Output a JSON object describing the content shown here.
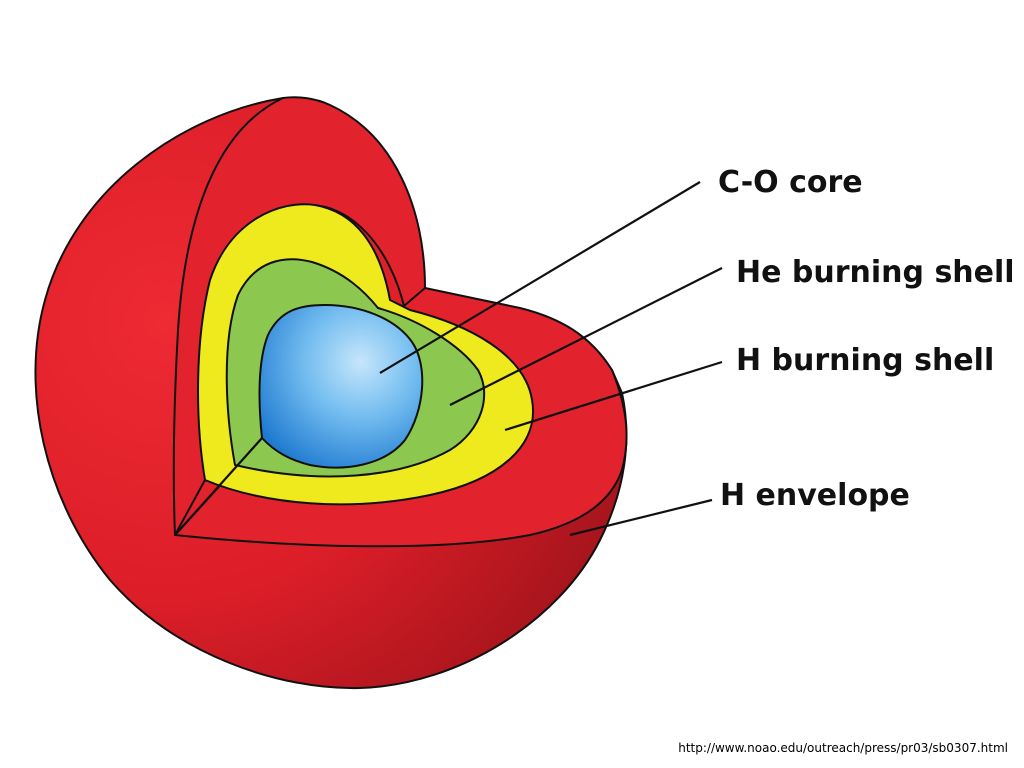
{
  "diagram": {
    "layers": [
      {
        "id": "core",
        "label": "C-O core",
        "color": "#3b9be0"
      },
      {
        "id": "he_shell",
        "label": "He burning shell",
        "color": "#8cc850"
      },
      {
        "id": "h_shell",
        "label": "H burning shell",
        "color": "#eeea1e"
      },
      {
        "id": "envelope",
        "label": "H envelope",
        "color": "#e0222c"
      }
    ]
  },
  "source": {
    "url": "http://www.noao.edu/outreach/press/pr03/sb0307.html"
  }
}
